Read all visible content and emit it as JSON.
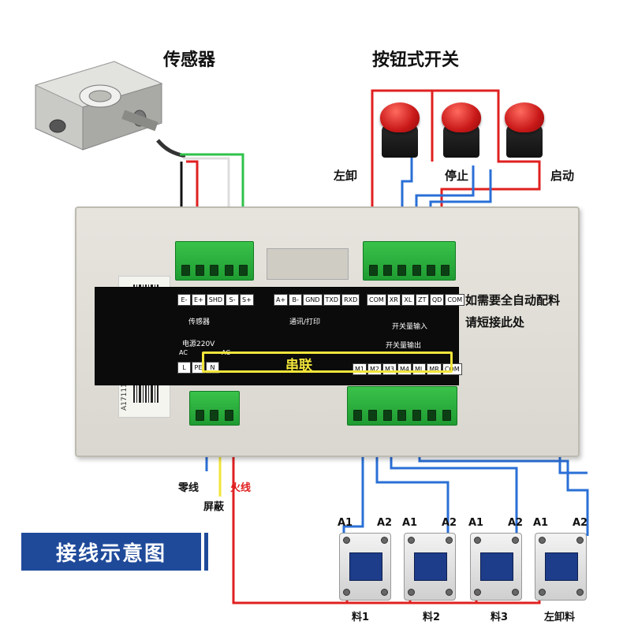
{
  "labels": {
    "sensor": "传感器",
    "button_switch": "按钮式开关",
    "left_unload": "左卸",
    "stop": "停止",
    "start": "启动",
    "auto_note_line1": "如需要全自动配料",
    "auto_note_line2": "请短接此处",
    "neutral_wire": "零线",
    "shield": "屏蔽",
    "live_wire": "火线",
    "diagram_title": "接线示意图"
  },
  "panel": {
    "sensor_terms": [
      "E-",
      "E+",
      "SHD",
      "S-",
      "S+"
    ],
    "sensor_caption": "传感器",
    "comm_terms": [
      "A+",
      "B-",
      "GND",
      "TXD",
      "RXD"
    ],
    "comm_caption": "通讯/打印",
    "switch_in_terms": [
      "COM",
      "XR",
      "XL",
      "ZT",
      "QD",
      "COM"
    ],
    "switch_in_caption": "开关量输入",
    "power_caption": "电源220V",
    "power_ac_left": "AC",
    "power_ac_right": "AC",
    "power_terms": [
      "L",
      "PE",
      "N"
    ],
    "switch_out_caption": "开关量输出",
    "switch_out_terms": [
      "M1",
      "M2",
      "M3",
      "M4",
      "ML",
      "MR",
      "COM"
    ],
    "series": "串联",
    "barcode_text": "A1711121210623K23D"
  },
  "contactors": [
    {
      "a1": "A1",
      "a2": "A2",
      "caption": "料1"
    },
    {
      "a1": "A1",
      "a2": "A2",
      "caption": "料2"
    },
    {
      "a1": "A1",
      "a2": "A2",
      "caption": "料3"
    },
    {
      "a1": "A1",
      "a2": "A2",
      "caption": "左卸料"
    }
  ],
  "colors": {
    "wire_red": "#e02020",
    "wire_blue": "#2a6fd6",
    "wire_yellow": "#f2e53a",
    "wire_green": "#2fc24a",
    "wire_black": "#111111",
    "wire_white": "#eeeeee",
    "terminal_green": "#2bb03d",
    "title_blue": "#1f4a9a"
  }
}
